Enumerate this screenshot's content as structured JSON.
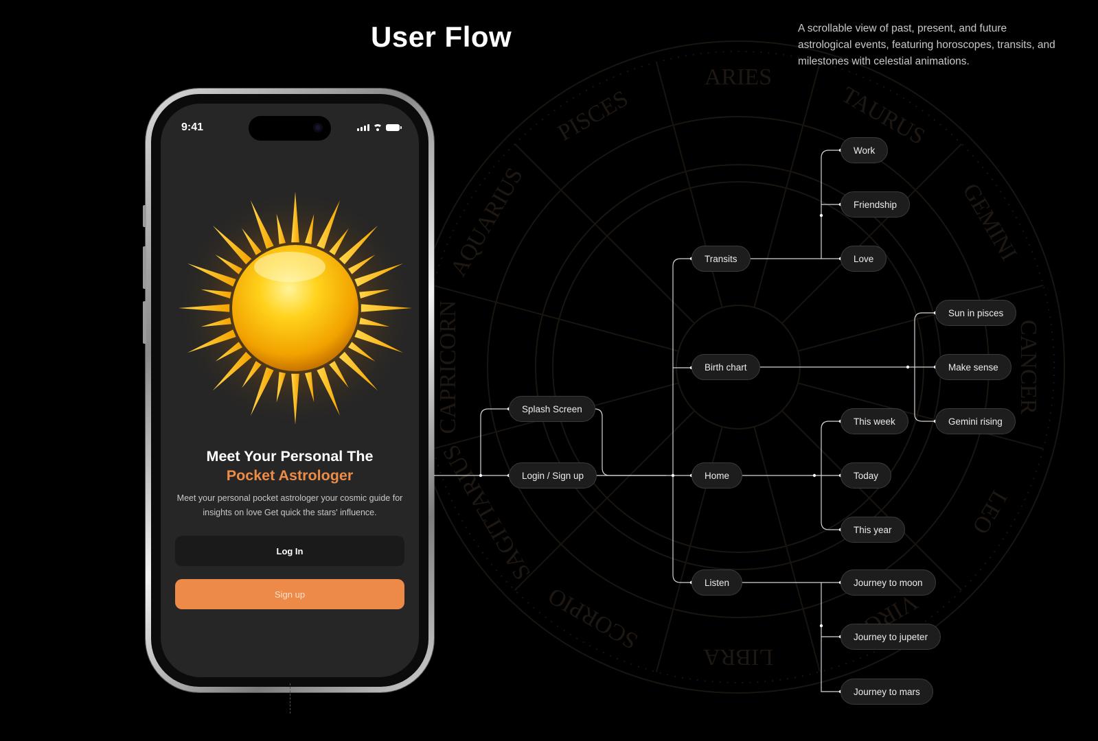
{
  "header": {
    "title": "User Flow",
    "description": "A scrollable view of past, present, and future astrological events, featuring horoscopes, transits, and milestones with celestial animations."
  },
  "zodiac_background": {
    "signs": [
      "ARIES",
      "TAURUS",
      "GEMINI",
      "CANCER",
      "LEO",
      "VIRGO",
      "LIBRA",
      "SCORPIO",
      "SAGITTARIUS",
      "CAPRICORN",
      "AQUARIUS",
      "PISCES"
    ]
  },
  "phone": {
    "status_time": "9:41",
    "headline_line1": "Meet Your Personal The",
    "headline_line2": "Pocket Astrologer",
    "body": "Meet your personal pocket astrologer your cosmic guide for insights on love Get quick the stars' influence.",
    "login_label": "Log In",
    "signup_label": "Sign up",
    "accent_color": "#ee8c45"
  },
  "flow": {
    "splash": "Splash Screen",
    "login": "Login / Sign up",
    "home": "Home",
    "transits": "Transits",
    "birth_chart": "Birth chart",
    "listen": "Listen",
    "transits_children": [
      "Work",
      "Friendship",
      "Love"
    ],
    "birth_chart_children": [
      "Sun in pisces",
      "Make sense",
      "Gemini rising"
    ],
    "home_children": [
      "This week",
      "Today",
      "This year"
    ],
    "listen_children": [
      "Journey to moon",
      "Journey to jupeter",
      "Journey to mars"
    ]
  }
}
